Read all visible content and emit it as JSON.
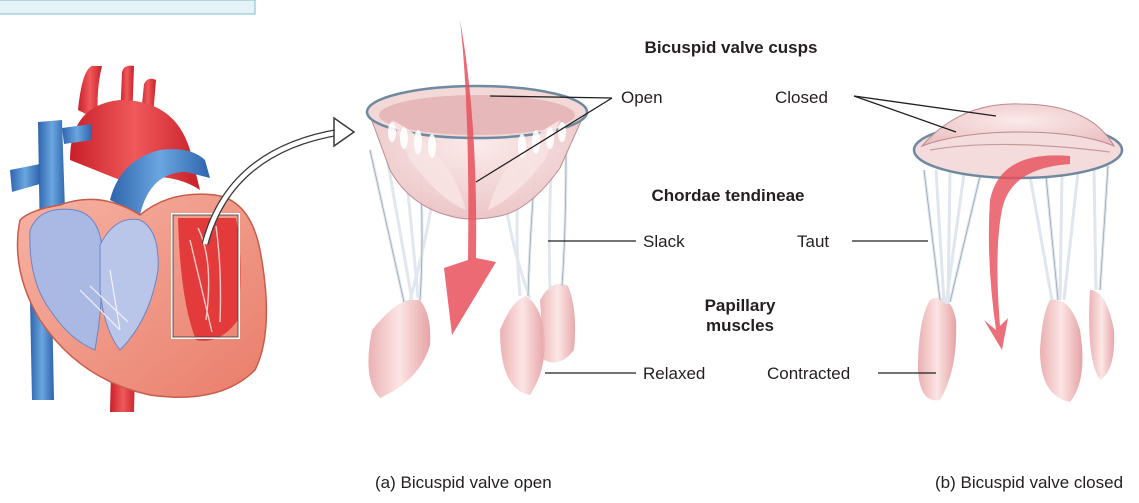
{
  "diagram": {
    "headings": {
      "cusps": "Bicuspid valve cusps",
      "chordae": "Chordae tendineae",
      "papillary_line1": "Papillary",
      "papillary_line2": "muscles"
    },
    "labels_open": {
      "cusps": "Open",
      "chordae": "Slack",
      "papillary": "Relaxed"
    },
    "labels_closed": {
      "cusps": "Closed",
      "chordae": "Taut",
      "papillary": "Contracted"
    },
    "captions": {
      "open": "(a) Bicuspid valve open",
      "closed": "(b) Bicuspid valve closed"
    },
    "colors": {
      "flow_arrow": "#e8505b",
      "valve_tissue": "#f3d6d6",
      "chordae": "#e9eef3",
      "heart_red": "#e2403f",
      "heart_blue": "#3a78c2",
      "heart_wall": "#f08a78",
      "leader_line": "#231f20"
    }
  }
}
